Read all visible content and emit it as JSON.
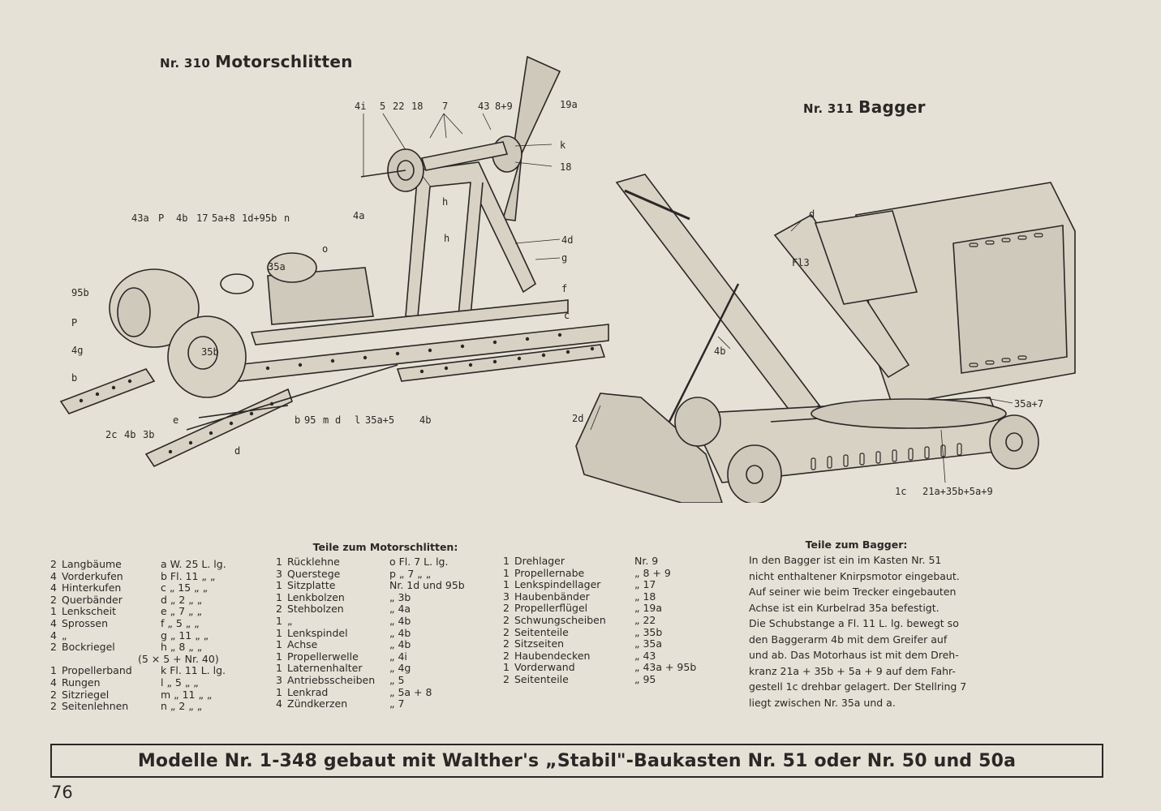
{
  "model1": {
    "title_nr": "Nr. 310",
    "title_name": "Motorschlitten",
    "labels": {
      "l_4i": "4i",
      "l_5": "5",
      "l_22": "22",
      "l_18t": "18",
      "l_7": "7",
      "l_43": "43",
      "l_8p9": "8+9",
      "l_19a": "19a",
      "l_k": "k",
      "l_18r": "18",
      "l_43a": "43a",
      "l_P": "P",
      "l_4b": "4b",
      "l_17": "17",
      "l_5a8": "5a+8",
      "l_1d95b": "1d+95b",
      "l_n": "n",
      "l_4a": "4a",
      "l_h1": "h",
      "l_h2": "h",
      "l_4d": "4d",
      "l_g": "g",
      "l_o": "o",
      "l_35a": "35a",
      "l_f": "f",
      "l_c": "c",
      "l_95b": "95b",
      "l_P2": "P",
      "l_4g": "4g",
      "l_35b": "35b",
      "l_b": "b",
      "l_2c": "2c",
      "l_4b2": "4b",
      "l_3b": "3b",
      "l_e": "e",
      "l_d": "d",
      "l_b2": "b",
      "l_95": "95",
      "l_m": "m",
      "l_d2": "d",
      "l_l": "l",
      "l_35a5": "35a+5",
      "l_4b3": "4b"
    }
  },
  "model2": {
    "title_nr": "Nr. 311",
    "title_name": "Bagger",
    "labels": {
      "l_d": "d",
      "l_fl3": "Fl3",
      "l_4b": "4b",
      "l_2d": "2d",
      "l_35a7": "35a+7",
      "l_1c": "1c",
      "l_21a": "21a+35b+5a+9"
    }
  },
  "parts1": {
    "title": "Teile zum Motorschlitten:",
    "col1": [
      {
        "qty": "2",
        "name": "Langbäume",
        "spec": "a W. 25 L. lg."
      },
      {
        "qty": "4",
        "name": "Vorderkufen",
        "spec": "b Fl. 11 „ „"
      },
      {
        "qty": "4",
        "name": "Hinterkufen",
        "spec": "c „ 15 „ „"
      },
      {
        "qty": "2",
        "name": "Querbänder",
        "spec": "d „ 2 „ „"
      },
      {
        "qty": "1",
        "name": "Lenkscheit",
        "spec": "e „ 7 „ „"
      },
      {
        "qty": "4",
        "name": "Sprossen",
        "spec": "f „ 5 „ „"
      },
      {
        "qty": "4",
        "name": "„",
        "spec": "g „ 11 „ „"
      },
      {
        "qty": "2",
        "name": "Bockriegel",
        "spec": "h „ 8 „ „"
      },
      {
        "qty": "",
        "name": "",
        "spec": "(5 × 5 + Nr. 40)"
      },
      {
        "qty": "1",
        "name": "Propellerband",
        "spec": "k Fl. 11 L. lg."
      },
      {
        "qty": "4",
        "name": "Rungen",
        "spec": "l „ 5 „ „"
      },
      {
        "qty": "2",
        "name": "Sitzriegel",
        "spec": "m „ 11 „ „"
      },
      {
        "qty": "2",
        "name": "Seitenlehnen",
        "spec": "n „ 2 „ „"
      }
    ],
    "col2": [
      {
        "qty": "1",
        "name": "Rücklehne",
        "spec": "o Fl. 7 L. lg."
      },
      {
        "qty": "3",
        "name": "Querstege",
        "spec": "p „ 7 „ „"
      },
      {
        "qty": "1",
        "name": "Sitzplatte",
        "spec": "Nr. 1d und 95b"
      },
      {
        "qty": "1",
        "name": "Lenkbolzen",
        "spec": "„ 3b"
      },
      {
        "qty": "2",
        "name": "Stehbolzen",
        "spec": "„ 4a"
      },
      {
        "qty": "1",
        "name": "„",
        "spec": "„ 4b"
      },
      {
        "qty": "1",
        "name": "Lenkspindel",
        "spec": "„ 4b"
      },
      {
        "qty": "1",
        "name": "Achse",
        "spec": "„ 4b"
      },
      {
        "qty": "1",
        "name": "Propellerwelle",
        "spec": "„ 4i"
      },
      {
        "qty": "1",
        "name": "Laternenhalter",
        "spec": "„ 4g"
      },
      {
        "qty": "3",
        "name": "Antriebsscheiben",
        "spec": "„ 5"
      },
      {
        "qty": "1",
        "name": "Lenkrad",
        "spec": "„ 5a + 8"
      },
      {
        "qty": "4",
        "name": "Zündkerzen",
        "spec": "„ 7"
      }
    ],
    "col3": [
      {
        "qty": "1",
        "name": "Drehlager",
        "spec": "Nr. 9"
      },
      {
        "qty": "1",
        "name": "Propellernabe",
        "spec": "„ 8 + 9"
      },
      {
        "qty": "1",
        "name": "Lenkspindellager",
        "spec": "„ 17"
      },
      {
        "qty": "3",
        "name": "Haubenbänder",
        "spec": "„ 18"
      },
      {
        "qty": "2",
        "name": "Propellerflügel",
        "spec": "„ 19a"
      },
      {
        "qty": "2",
        "name": "Schwungscheiben",
        "spec": "„ 22"
      },
      {
        "qty": "2",
        "name": "Seitenteile",
        "spec": "„ 35b"
      },
      {
        "qty": "2",
        "name": "Sitzseiten",
        "spec": "„ 35a"
      },
      {
        "qty": "2",
        "name": "Haubendecken",
        "spec": "„ 43"
      },
      {
        "qty": "1",
        "name": "Vorderwand",
        "spec": "„ 43a + 95b"
      },
      {
        "qty": "2",
        "name": "Seitenteile",
        "spec": "„ 95"
      }
    ]
  },
  "parts2": {
    "title": "Teile zum Bagger:",
    "lines": [
      "In den Bagger ist ein im Kasten Nr. 51",
      "nicht enthaltener Knirpsmotor eingebaut.",
      "Auf seiner wie beim Trecker eingebauten",
      "Achse ist ein Kurbelrad 35a befestigt.",
      "Die Schubstange a Fl. 11 L. lg. bewegt so",
      "den Baggerarm 4b mit dem Greifer auf",
      "und ab. Das Motorhaus ist mit dem Dreh-",
      "kranz 21a + 35b + 5a + 9 auf dem Fahr-",
      "gestell 1c drehbar gelagert. Der Stellring 7",
      "liegt zwischen Nr. 35a und a."
    ]
  },
  "footer": {
    "text": "Modelle Nr. 1-348 gebaut mit Walther's „Stabil\"-Baukasten Nr. 51 oder Nr. 50 und 50a"
  },
  "page_number": "76"
}
